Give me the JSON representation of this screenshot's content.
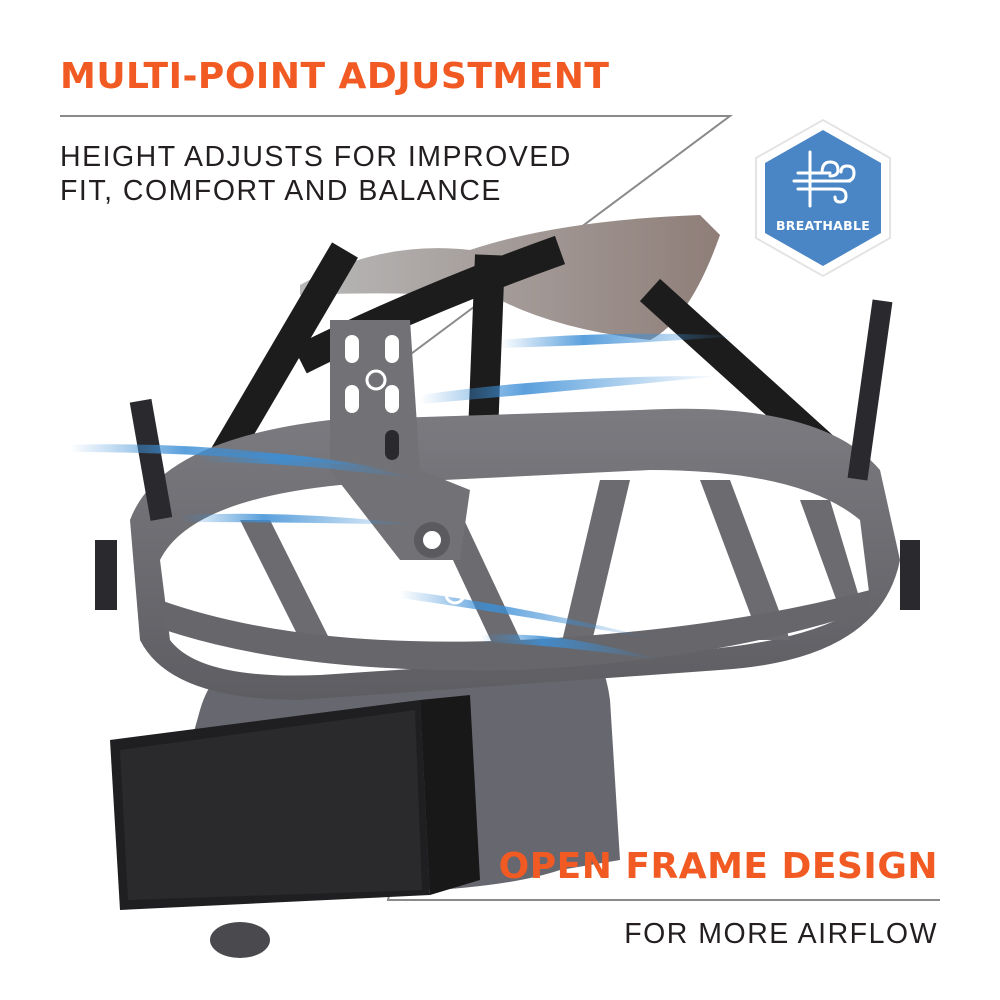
{
  "callouts": [
    {
      "headline": "MULTI-POINT ADJUSTMENT",
      "description_line1": "HEIGHT ADJUSTS FOR IMPROVED",
      "description_line2": "FIT, COMFORT AND BALANCE"
    },
    {
      "headline": "OPEN FRAME DESIGN",
      "description": "FOR MORE AIRFLOW"
    }
  ],
  "badge": {
    "label": "BREATHABLE",
    "icon": "wind-icon",
    "color": "#4a86c5"
  },
  "colors": {
    "accent_orange": "#f15a22",
    "text_dark": "#231f20",
    "frame_gray": "#6e6e73",
    "strap_black": "#1c1c1c",
    "airflow_blue": "#3d8fd6",
    "leader_line": "#8a8a8a"
  },
  "product": {
    "image": "hard-hat-suspension"
  }
}
